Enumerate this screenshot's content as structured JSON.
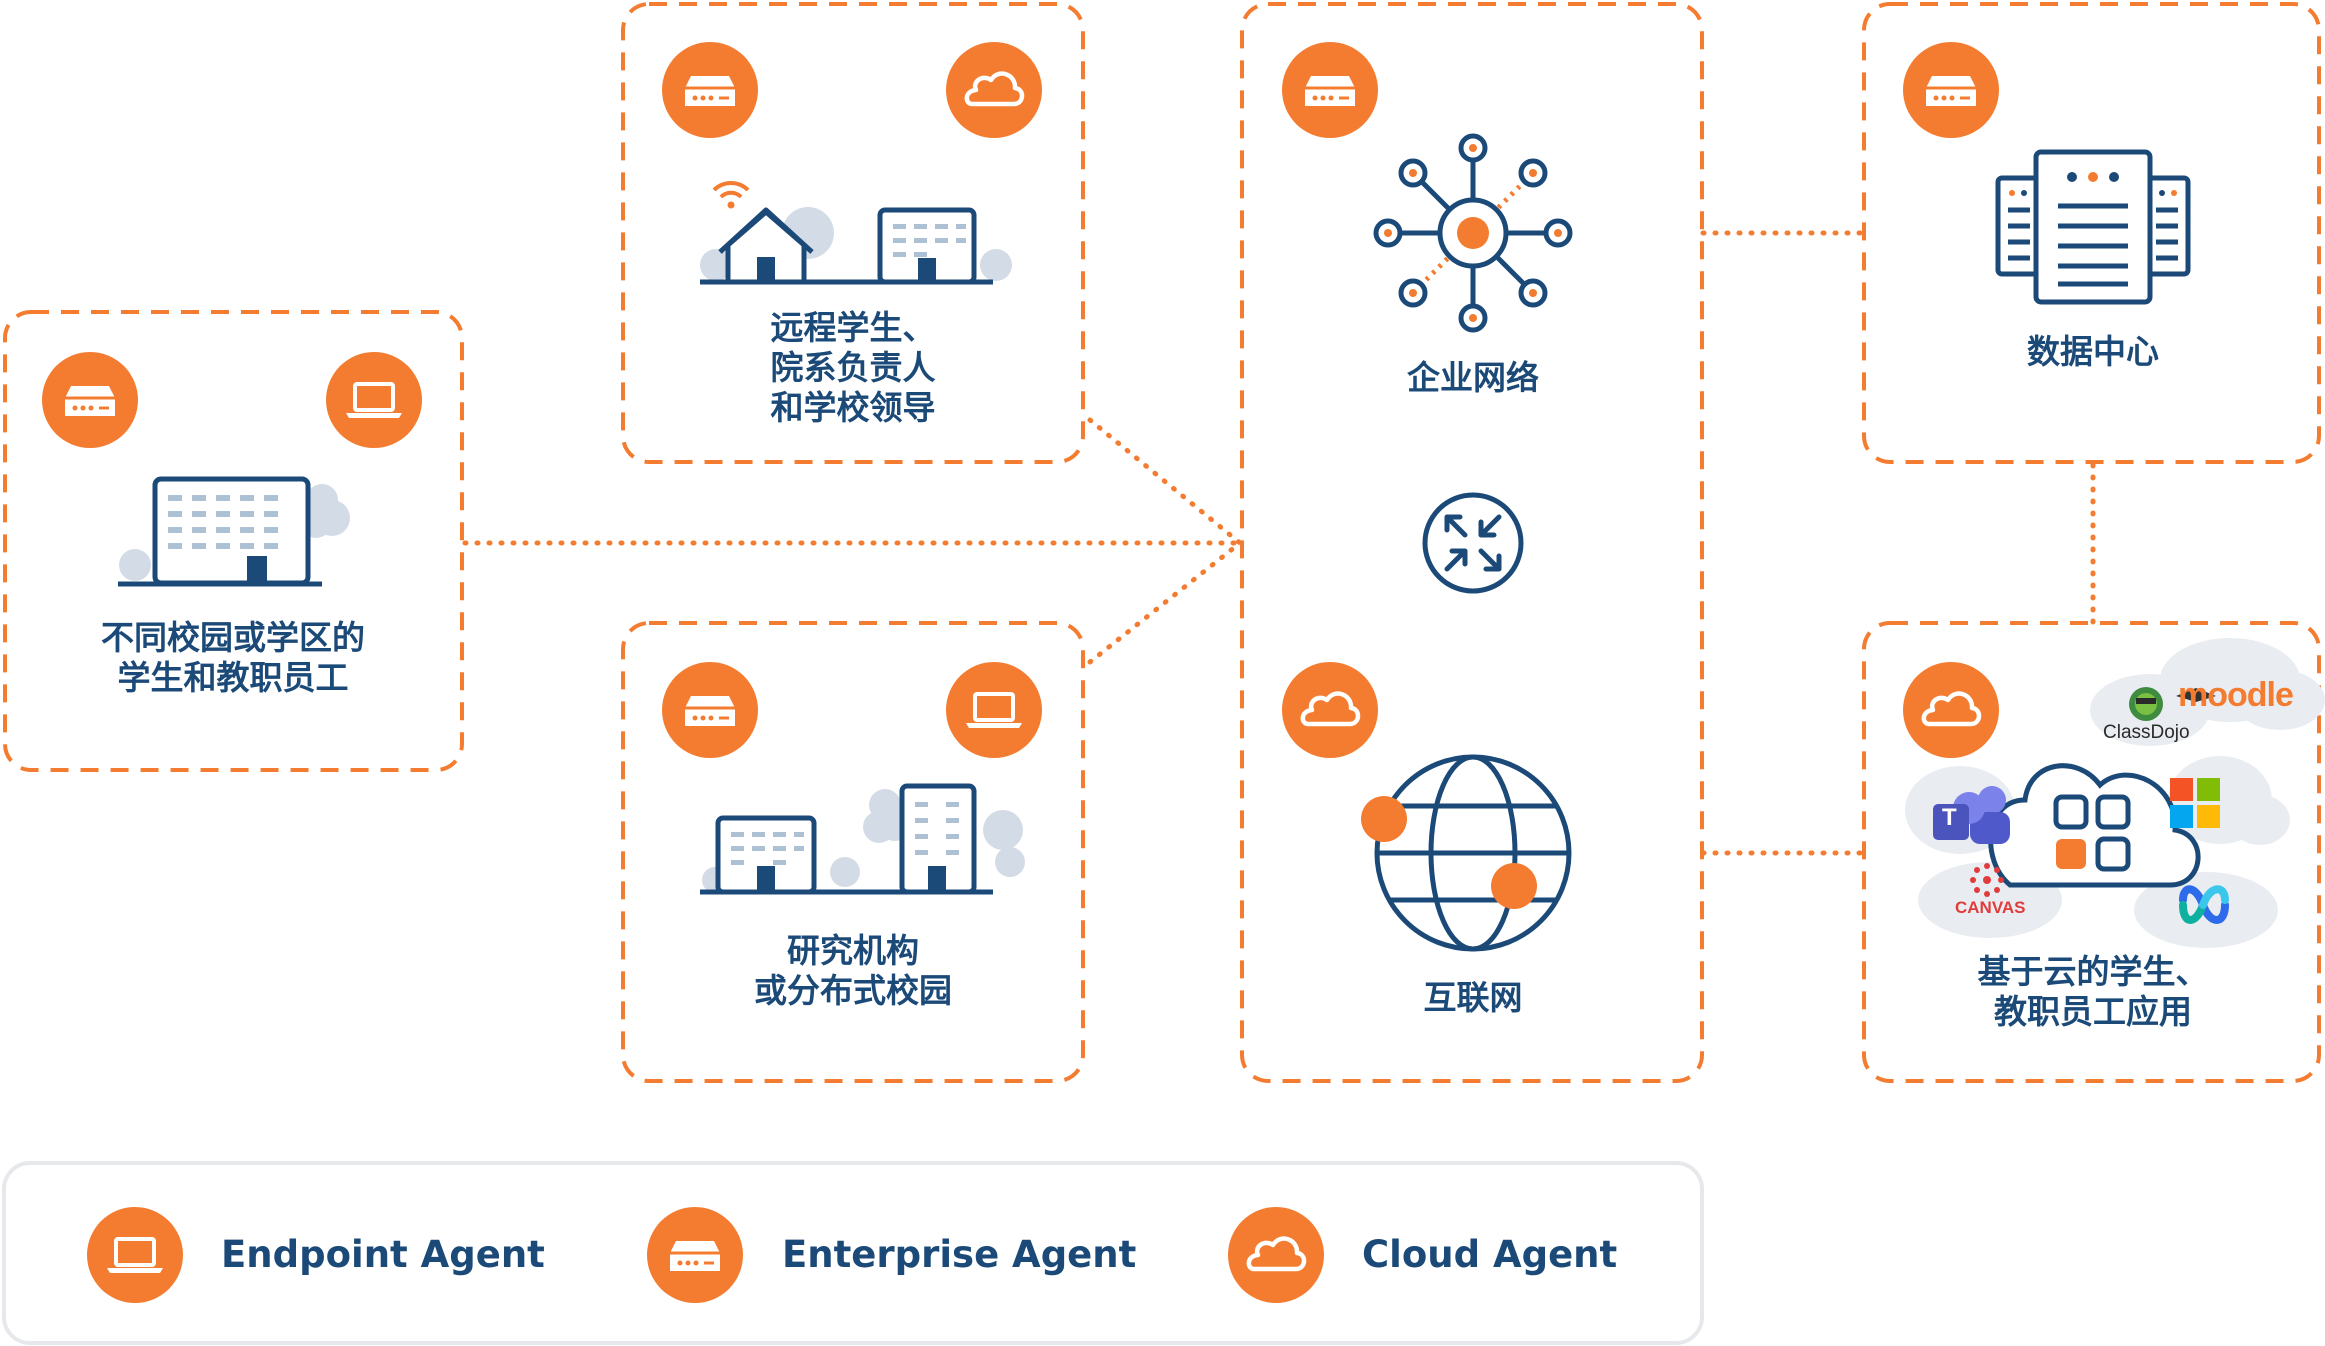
{
  "nodes": {
    "campus": {
      "line1": "不同校园或学区的",
      "line2": "学生和教职员工"
    },
    "remote": {
      "line1": "远程学生、",
      "line2": "院系负责人",
      "line3": "和学校领导"
    },
    "research": {
      "line1": "研究机构",
      "line2": "或分布式校园"
    },
    "enterprise_network": {
      "label": "企业网络"
    },
    "internet": {
      "label": "互联网"
    },
    "datacenter": {
      "label": "数据中心"
    },
    "cloud_apps": {
      "line1": "基于云的学生、",
      "line2": "教职员工应用"
    }
  },
  "apps": {
    "moodle": "moodle",
    "classdojo": "ClassDojo",
    "canvas": "CANVAS",
    "teams": "T"
  },
  "legend": {
    "endpoint": "Endpoint Agent",
    "enterprise": "Enterprise Agent",
    "cloud": "Cloud Agent"
  },
  "colors": {
    "accent": "#f47c30",
    "navy": "#1c4a78",
    "light": "#d3dce6"
  }
}
